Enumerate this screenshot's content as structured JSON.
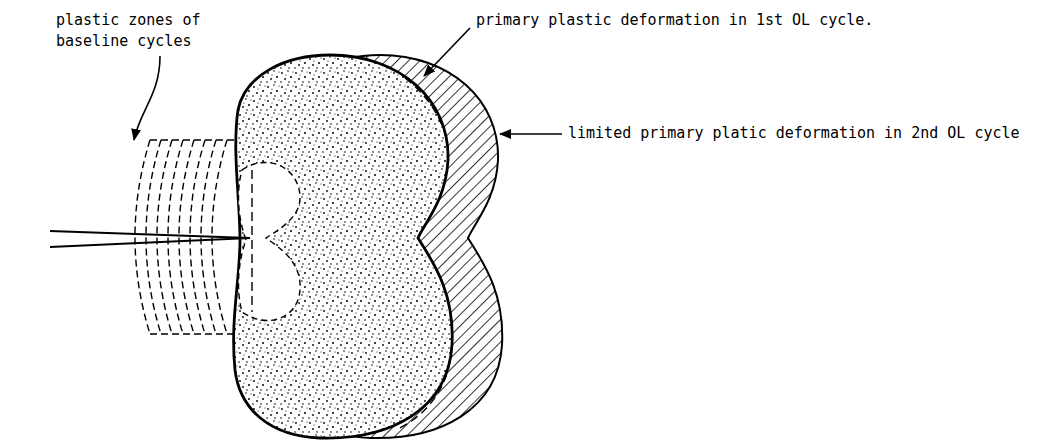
{
  "diagram": {
    "labels": [
      "plastic zones of baseline cycles",
      "primary plastic deformation in 1st OL cycle.",
      "limited primary platic deformation in 2nd OL cycle"
    ]
  }
}
